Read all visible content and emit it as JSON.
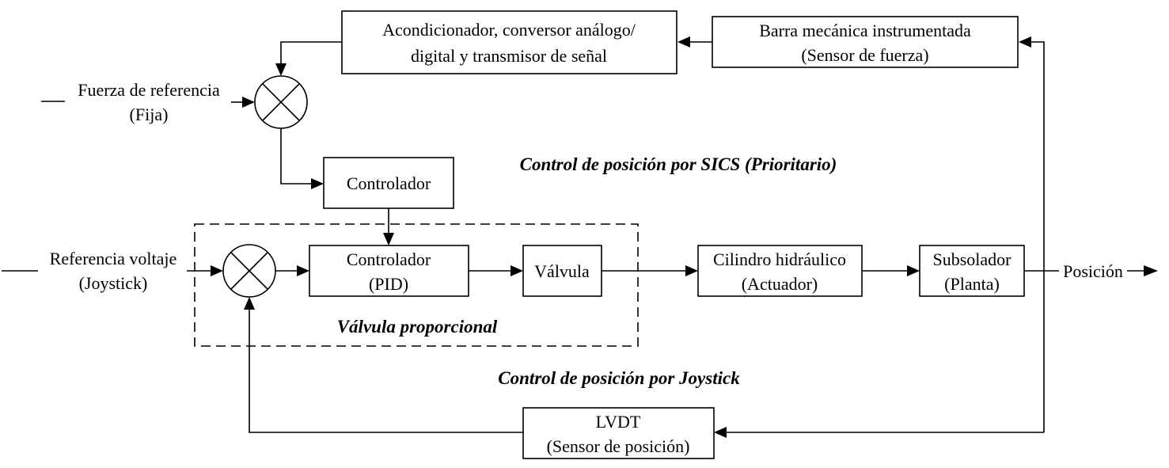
{
  "diagram": {
    "blocks": {
      "acondicionador": {
        "line1": "Acondicionador, conversor análogo/",
        "line2": "digital y transmisor de señal"
      },
      "barra": {
        "line1": "Barra mecánica instrumentada",
        "line2": "(Sensor de fuerza)"
      },
      "controlador_sics": {
        "line1": "Controlador"
      },
      "controlador_pid": {
        "line1": "Controlador",
        "line2": "(PID)"
      },
      "valvula": {
        "line1": "Válvula"
      },
      "cilindro": {
        "line1": "Cilindro hidráulico",
        "line2": "(Actuador)"
      },
      "subsolador": {
        "line1": "Subsolador",
        "line2": "(Planta)"
      },
      "lvdt": {
        "line1": "LVDT",
        "line2": "(Sensor de posición)"
      }
    },
    "inputs": {
      "fuerza": {
        "line1": "Fuerza de referencia",
        "line2": "(Fija)"
      },
      "voltaje": {
        "line1": "Referencia voltaje",
        "line2": "(Joystick)"
      }
    },
    "output": {
      "label": "Posición"
    },
    "group_labels": {
      "valvula_proporcional": "Válvula proporcional",
      "sics": "Control de posición por SICS (Prioritario)",
      "joystick": "Control de posición por Joystick"
    },
    "summing_junction_symbol": "multiply-cross"
  }
}
